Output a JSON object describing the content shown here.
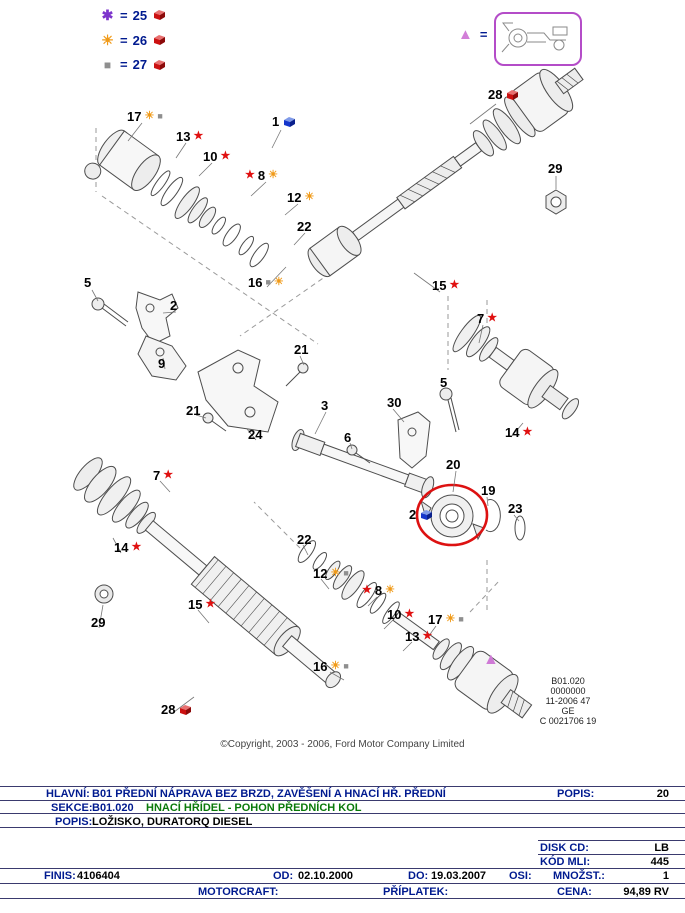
{
  "legend": {
    "items": [
      {
        "symbol": "✱",
        "eq": "=",
        "value": "25"
      },
      {
        "symbol": "☀",
        "eq": "=",
        "value": "26"
      },
      {
        "symbol": "■",
        "eq": "=",
        "value": "27"
      }
    ]
  },
  "equiv": {
    "symbol": "▲",
    "eq": "="
  },
  "symbols": {
    "star": "★",
    "sun": "☀",
    "square": "■",
    "triangle": "▲"
  },
  "callouts": [
    {
      "label": "28"
    },
    {
      "label": "29"
    },
    {
      "label": "1"
    },
    {
      "label": "17"
    },
    {
      "label": "13"
    },
    {
      "label": "10"
    },
    {
      "label": "8"
    },
    {
      "label": "12"
    },
    {
      "label": "22"
    },
    {
      "label": "16"
    },
    {
      "label": "15"
    },
    {
      "label": "7"
    },
    {
      "label": "5"
    },
    {
      "label": "2"
    },
    {
      "label": "9"
    },
    {
      "label": "21"
    },
    {
      "label": "21"
    },
    {
      "label": "24"
    },
    {
      "label": "3"
    },
    {
      "label": "30"
    },
    {
      "label": "6"
    },
    {
      "label": "5"
    },
    {
      "label": "14"
    },
    {
      "label": "20"
    },
    {
      "label": "19"
    },
    {
      "label": "2"
    },
    {
      "label": "23"
    },
    {
      "label": "7"
    },
    {
      "label": "14"
    },
    {
      "label": "15"
    },
    {
      "label": "29"
    },
    {
      "label": "28"
    },
    {
      "label": "22"
    },
    {
      "label": "12"
    },
    {
      "label": "8"
    },
    {
      "label": "10"
    },
    {
      "label": "13"
    },
    {
      "label": "17"
    },
    {
      "label": "16"
    }
  ],
  "stamp": {
    "lines": [
      "B01.020",
      "0000000",
      "11-2006 47",
      "GE",
      "C 0021706 19"
    ]
  },
  "copyright": "©Copyright, 2003 - 2006, Ford Motor Company Limited",
  "footer": {
    "hlavni_label": "HLAVNÍ:",
    "hlavni_value": "B01  PŘEDNÍ NÁPRAVA BEZ BRZD, ZAVĚŠENÍ A HNACÍ HŘ. PŘEDNÍ",
    "popis1_label": "POPIS:",
    "popis1_value": "20",
    "sekce_label": "SEKCE:",
    "sekce_code": "B01.020",
    "sekce_value": "HNACÍ HŘÍDEL - POHON PŘEDNÍCH KOL",
    "popis2_label": "POPIS:",
    "popis2_value": "LOŽISKO, DURATORQ DIESEL",
    "disk_label": "DISK CD:",
    "disk_value": "LB",
    "kod_label": "KÓD MLI:",
    "kod_value": "445",
    "finis_label": "FINIS:",
    "finis_value": "4106404",
    "od_label": "OD:",
    "od_value": "02.10.2000",
    "do_label": "DO:",
    "do_value": "19.03.2007",
    "osi_label": "OSI:",
    "mnozst_label": "MNOŽST.:",
    "mnozst_value": "1",
    "motorcraft_label": "MOTORCRAFT:",
    "priplatek_label": "PŘÍPLATEK:",
    "cena_label": "CENA:",
    "cena_value": "94,89 RV"
  },
  "colors": {
    "navy": "#001a8f",
    "green": "#0a7a0a",
    "highlight_red": "#dd1111",
    "star_red": "#e01010",
    "sun_orange": "#f09a18",
    "square_gray": "#8f8f8f",
    "legend_purple": "#7d35cc",
    "triangle_magenta": "#cf7ad6",
    "box_purple": "#b44cc8"
  }
}
